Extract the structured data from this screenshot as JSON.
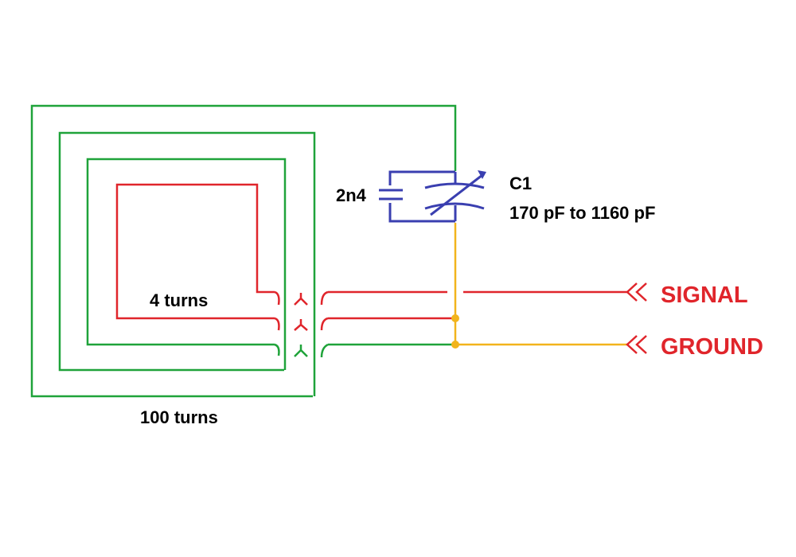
{
  "labels": {
    "cap_fixed": "2n4",
    "cap_var_name": "C1",
    "cap_var_range": "170 pF to 1160 pF",
    "inner_coil": "4 turns",
    "outer_coil": "100 turns",
    "signal": "SIGNAL",
    "ground": "GROUND"
  },
  "colors": {
    "outer_coil": "#1fa33a",
    "inner_coil": "#e0252b",
    "capacitor": "#3a3fb0",
    "connection": "#f2b41c",
    "terminal_text": "#e0252b"
  }
}
